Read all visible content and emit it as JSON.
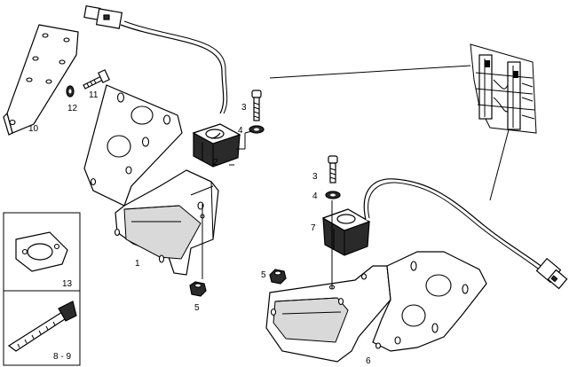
{
  "labels": {
    "l1": "1",
    "l2": "2",
    "l3a": "3",
    "l4a": "4",
    "l5a": "5",
    "l3b": "3",
    "l4b": "4",
    "l5b": "5",
    "l6": "6",
    "l7": "7",
    "l10": "10",
    "l11": "11",
    "l12": "12",
    "l13": "13",
    "l89": "8 - 9"
  }
}
